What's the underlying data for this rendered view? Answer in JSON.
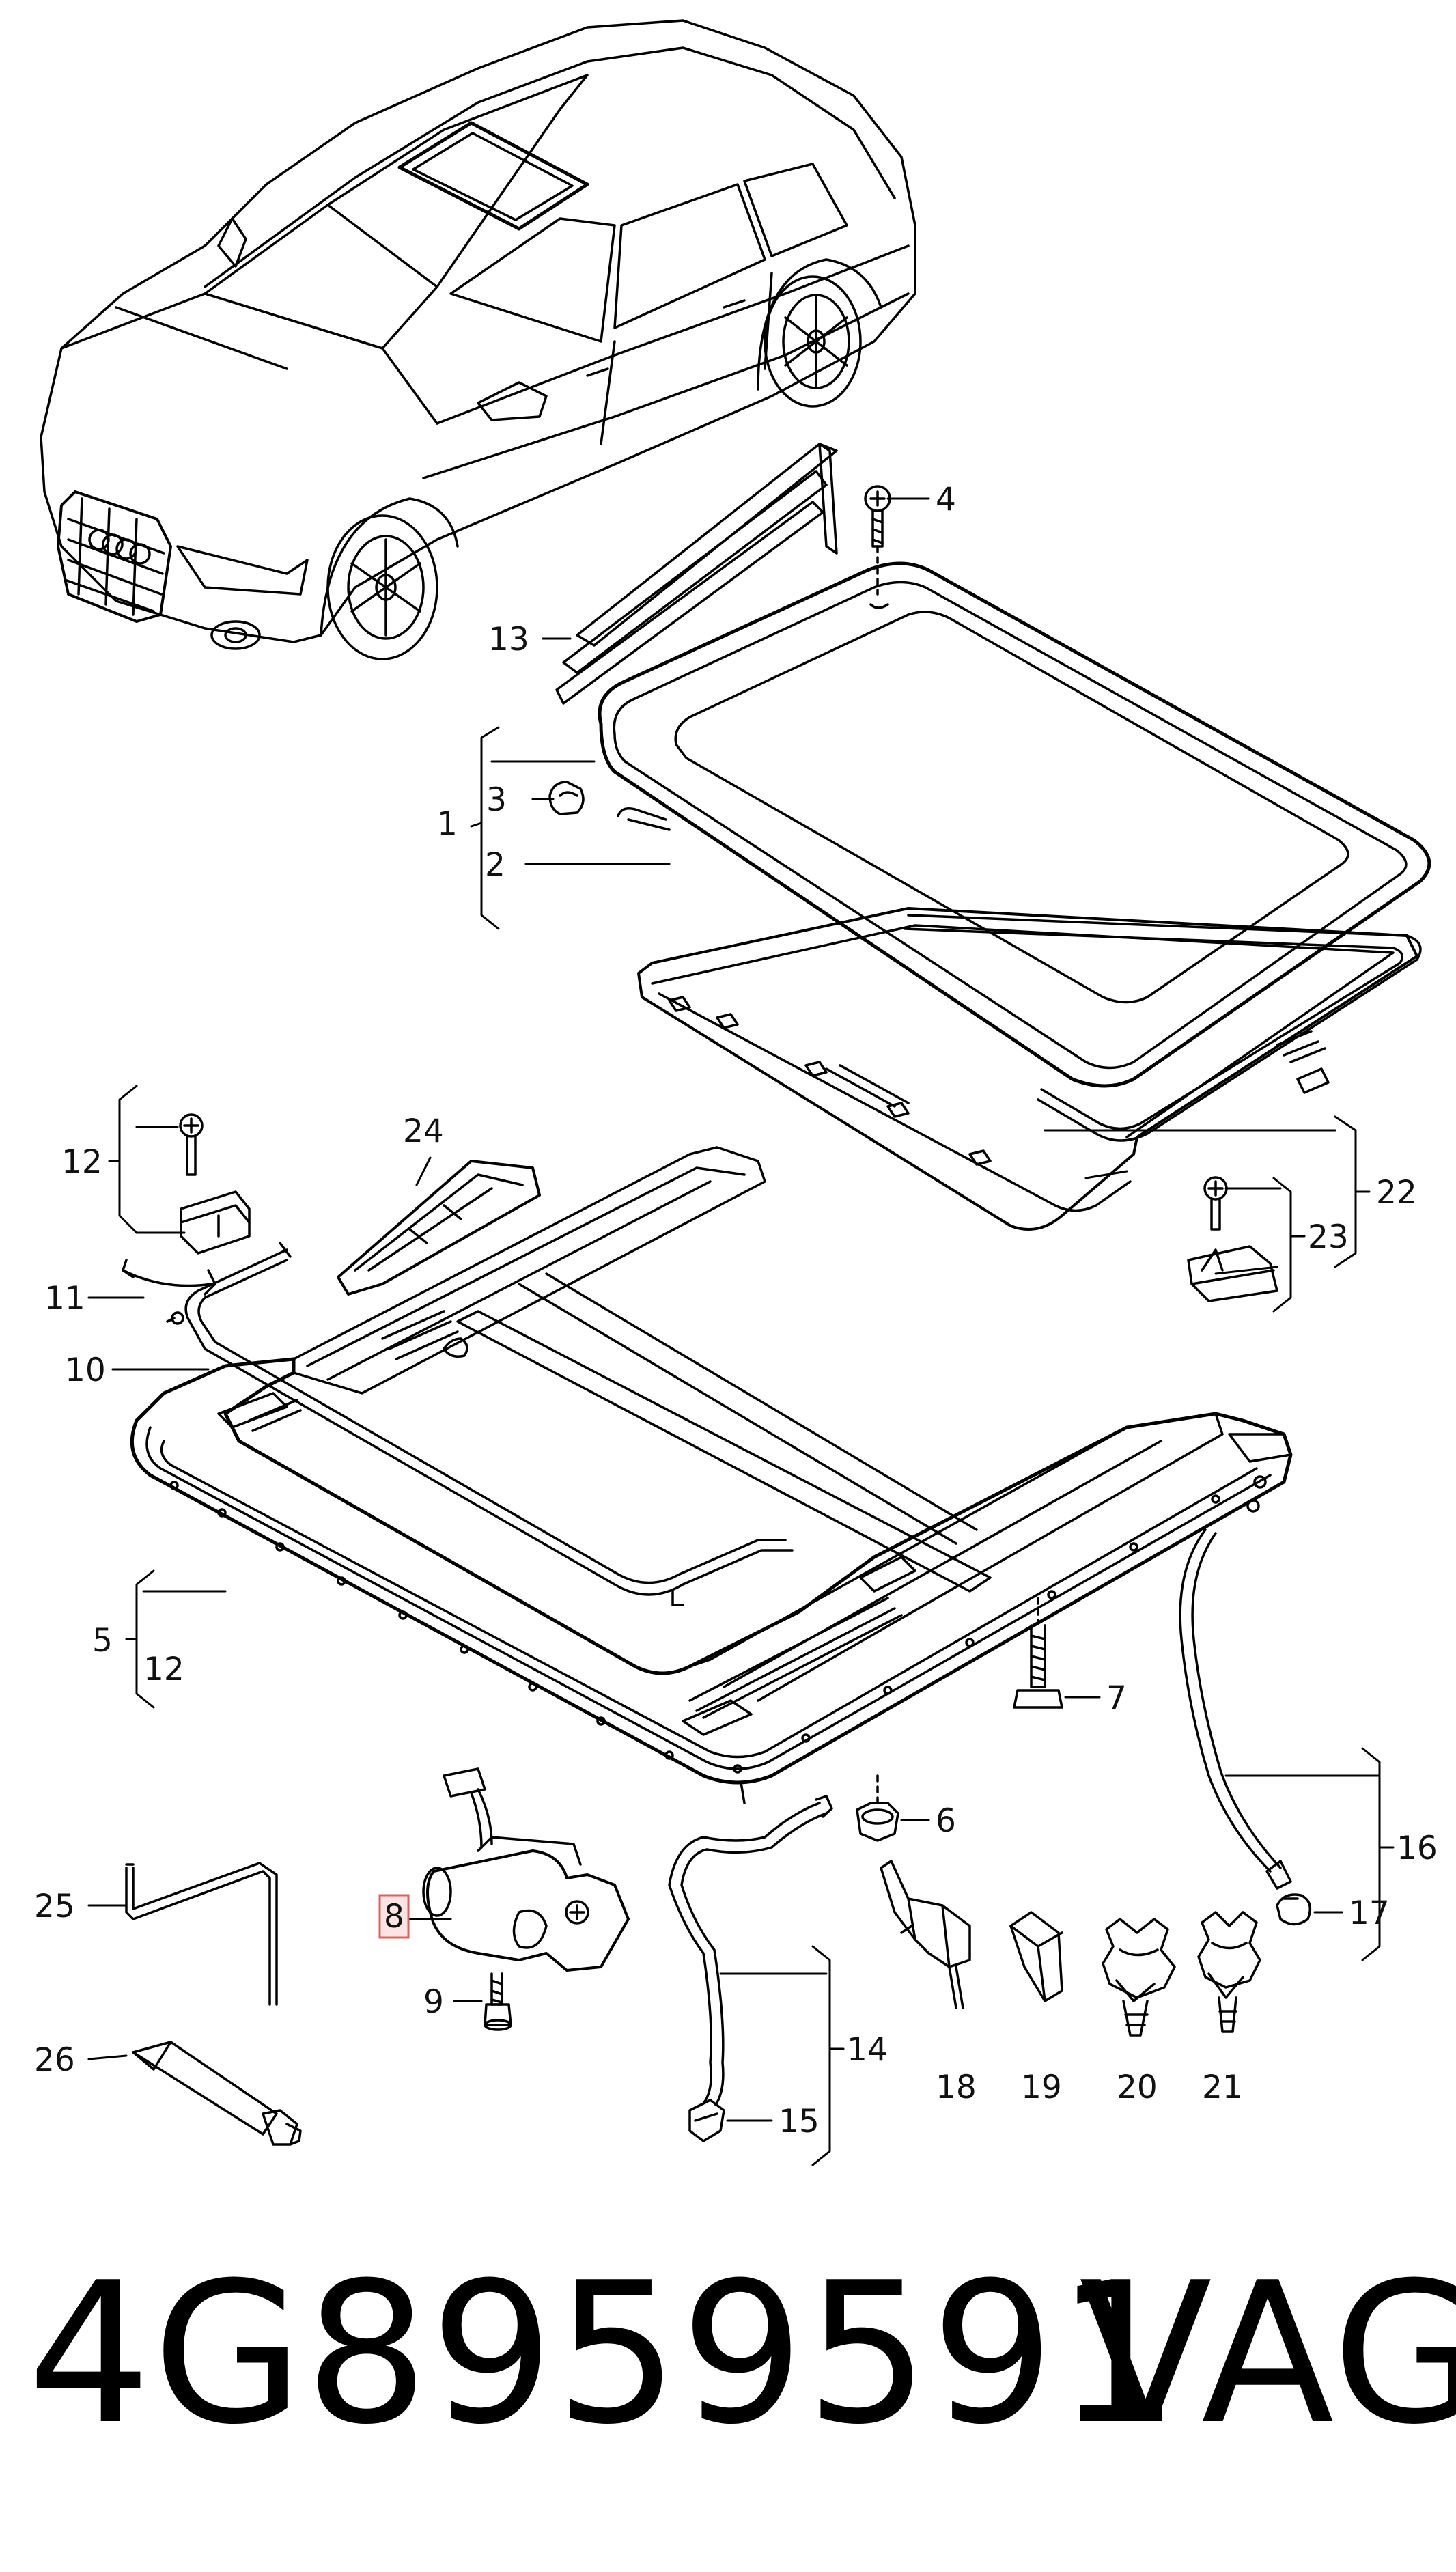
{
  "callouts": [
    {
      "id": "c1",
      "text": "1"
    },
    {
      "id": "c2",
      "text": "2"
    },
    {
      "id": "c3",
      "text": "3"
    },
    {
      "id": "c4",
      "text": "4"
    },
    {
      "id": "c5",
      "text": "5"
    },
    {
      "id": "c5b",
      "text": "12"
    },
    {
      "id": "c6",
      "text": "6"
    },
    {
      "id": "c7",
      "text": "7"
    },
    {
      "id": "c8",
      "text": "8"
    },
    {
      "id": "c9",
      "text": "9"
    },
    {
      "id": "c10",
      "text": "10"
    },
    {
      "id": "c11",
      "text": "11"
    },
    {
      "id": "c12",
      "text": "12"
    },
    {
      "id": "c13",
      "text": "13"
    },
    {
      "id": "c14",
      "text": "14"
    },
    {
      "id": "c15",
      "text": "15"
    },
    {
      "id": "c16",
      "text": "16"
    },
    {
      "id": "c17",
      "text": "17"
    },
    {
      "id": "c18",
      "text": "18"
    },
    {
      "id": "c19",
      "text": "19"
    },
    {
      "id": "c20",
      "text": "20"
    },
    {
      "id": "c21",
      "text": "21"
    },
    {
      "id": "c22",
      "text": "22"
    },
    {
      "id": "c23",
      "text": "23"
    },
    {
      "id": "c24",
      "text": "24"
    },
    {
      "id": "c25",
      "text": "25"
    },
    {
      "id": "c26",
      "text": "26"
    }
  ],
  "highlighted_callout": "8",
  "highlight_color": "#e06060",
  "highlight_fill": "#fde4e4",
  "footer": {
    "part_number": "4G8959591",
    "brand": "VAG"
  }
}
